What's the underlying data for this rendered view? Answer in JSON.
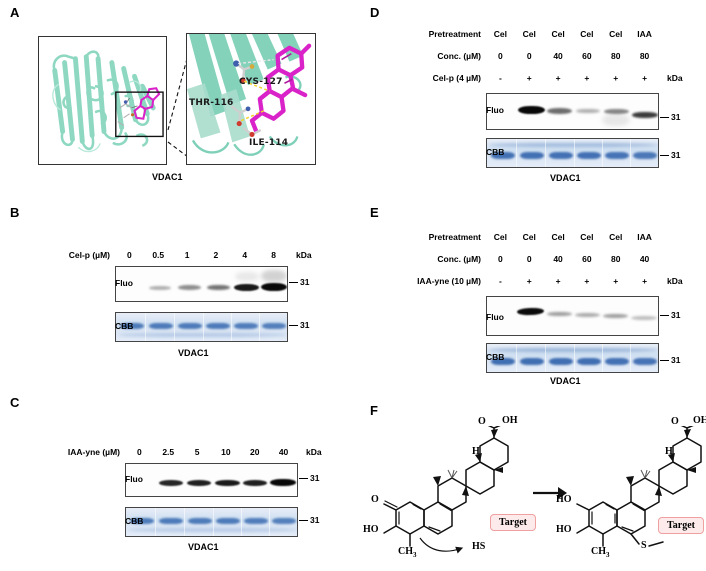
{
  "figure": {
    "panels": [
      "A",
      "B",
      "C",
      "D",
      "E",
      "F"
    ]
  },
  "panelA": {
    "letter": "A",
    "caption": "VDAC1",
    "residues": [
      {
        "label": "CYS-127"
      },
      {
        "label": "THR-116"
      },
      {
        "label": "ILE-114"
      }
    ],
    "colors": {
      "protein": "#9fe0cb",
      "ligand": "#d923c9",
      "box_border": "#333333"
    }
  },
  "panelB": {
    "letter": "B",
    "rows": [
      {
        "label": "Cel-p (µM)",
        "values": [
          "0",
          "0.5",
          "1",
          "2",
          "4",
          "8"
        ]
      }
    ],
    "kda_label": "kDa",
    "blots": [
      {
        "name": "Fluo",
        "marker": "31"
      },
      {
        "name": "CBB",
        "marker": "31"
      }
    ],
    "caption": "VDAC1",
    "fluo_intensity": [
      0.0,
      0.3,
      0.45,
      0.55,
      0.9,
      1.0
    ]
  },
  "panelC": {
    "letter": "C",
    "rows": [
      {
        "label": "IAA-yne (µM)",
        "values": [
          "0",
          "2.5",
          "5",
          "10",
          "20",
          "40"
        ]
      }
    ],
    "kda_label": "kDa",
    "blots": [
      {
        "name": "Fluo",
        "marker": "31"
      },
      {
        "name": "CBB",
        "marker": "31"
      }
    ],
    "caption": "VDAC1",
    "fluo_intensity": [
      0.0,
      0.8,
      0.82,
      0.85,
      0.8,
      1.0
    ]
  },
  "panelD": {
    "letter": "D",
    "rows": [
      {
        "label": "Pretreatment",
        "values": [
          "Cel",
          "Cel",
          "Cel",
          "Cel",
          "Cel",
          "IAA"
        ]
      },
      {
        "label": "Conc. (µM)",
        "values": [
          "0",
          "0",
          "40",
          "60",
          "80",
          "80"
        ]
      },
      {
        "label": "Cel-p (4 µM)",
        "values": [
          "-",
          "+",
          "+",
          "+",
          "+",
          "+"
        ]
      }
    ],
    "kda_label": "kDa",
    "blots": [
      {
        "name": "Fluo",
        "marker": "31"
      },
      {
        "name": "CBB",
        "marker": "31"
      }
    ],
    "caption": "VDAC1",
    "fluo_intensity": [
      0.0,
      1.0,
      0.6,
      0.32,
      0.5,
      0.75
    ]
  },
  "panelE": {
    "letter": "E",
    "rows": [
      {
        "label": "Pretreatment",
        "values": [
          "Cel",
          "Cel",
          "Cel",
          "Cel",
          "Cel",
          "IAA"
        ]
      },
      {
        "label": "Conc. (µM)",
        "values": [
          "0",
          "0",
          "40",
          "60",
          "80",
          "40"
        ]
      },
      {
        "label": "IAA-yne (10 µM)",
        "values": [
          "-",
          "+",
          "+",
          "+",
          "+",
          "+"
        ]
      }
    ],
    "kda_label": "kDa",
    "blots": [
      {
        "name": "Fluo",
        "marker": "31"
      },
      {
        "name": "CBB",
        "marker": "31"
      }
    ],
    "caption": "VDAC1",
    "fluo_intensity": [
      0.0,
      1.0,
      0.4,
      0.35,
      0.33,
      0.25
    ]
  },
  "panelF": {
    "letter": "F",
    "reactant": {
      "labels": [
        "O",
        "OH",
        "H",
        "O",
        "HO",
        "CH3"
      ],
      "nucleophile": "HS",
      "target_tag": "Target"
    },
    "product": {
      "labels": [
        "O",
        "OH",
        "H",
        "HO",
        "HO",
        "CH3",
        "S"
      ],
      "target_tag": "Target"
    },
    "arrow": "reaction-arrow",
    "target_color": "#f0a0a0",
    "target_fill": "#fdeaea"
  }
}
